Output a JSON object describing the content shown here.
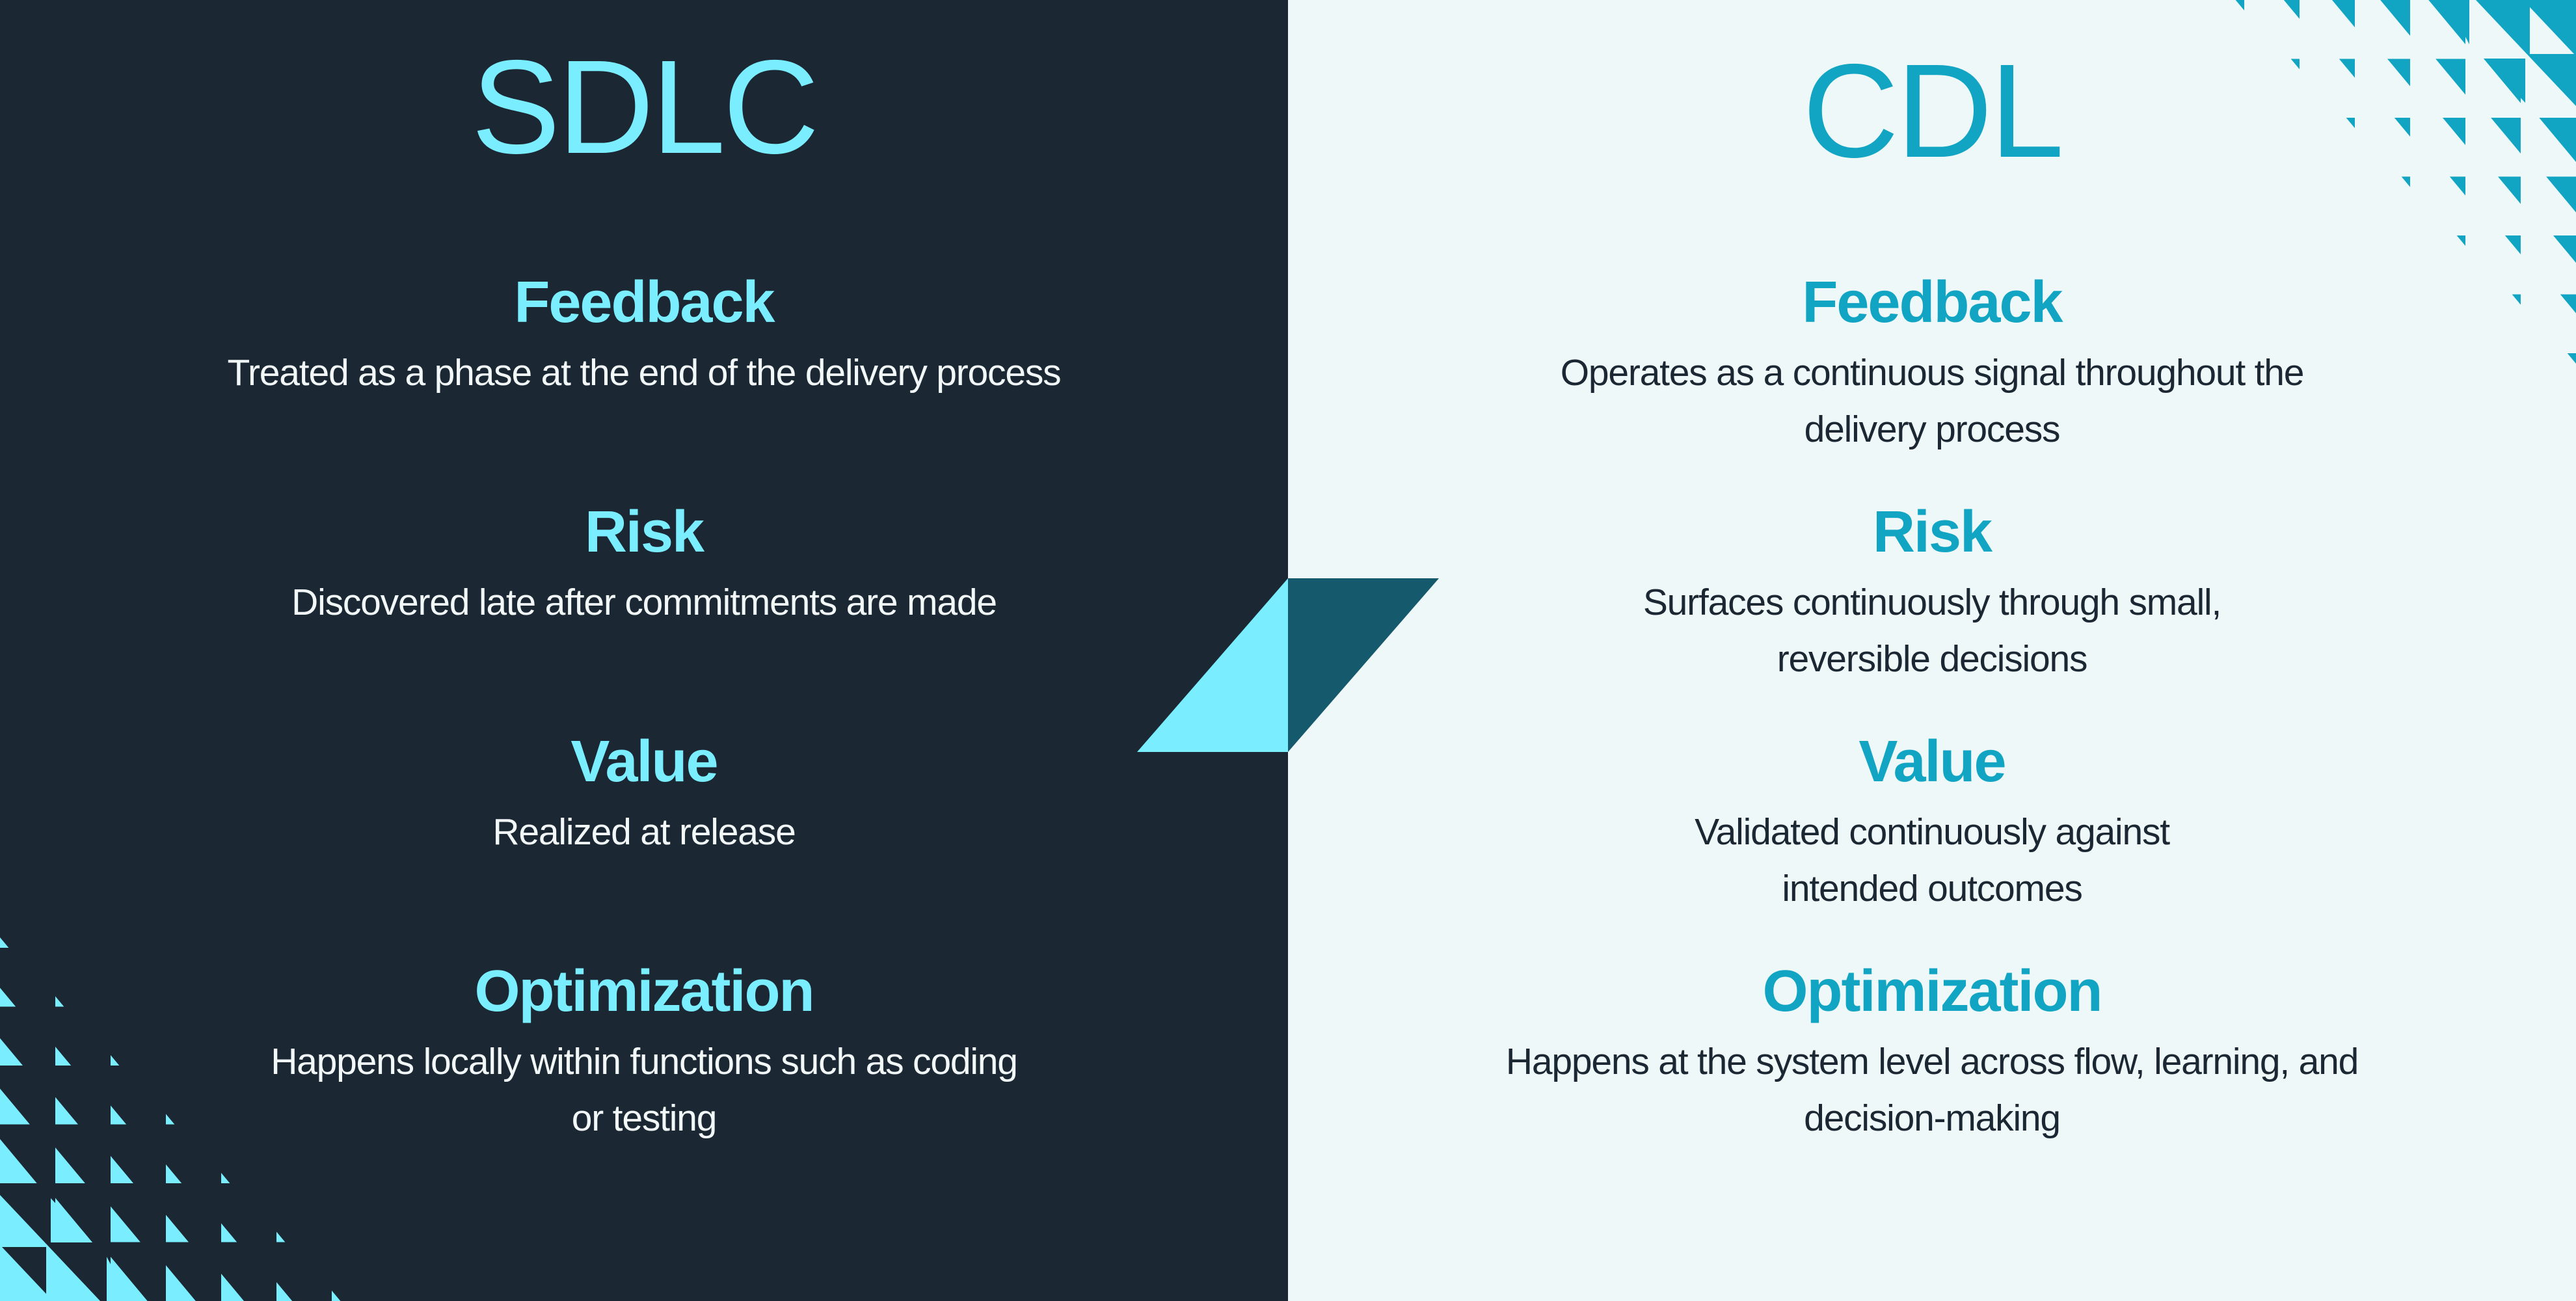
{
  "colors": {
    "left_bg": "#1B2834",
    "right_bg": "#EEF8F8",
    "left_accent": "#7AEEFF",
    "right_accent": "#12A5C3",
    "left_text": "#F2F7F8",
    "right_text": "#1B2834",
    "center_dark": "#15596C"
  },
  "left": {
    "title": "SDLC",
    "sections": [
      {
        "heading": "Feedback",
        "body": "Treated as a phase at the end of the delivery process"
      },
      {
        "heading": "Risk",
        "body": "Discovered late after commitments are made"
      },
      {
        "heading": "Value",
        "body": "Realized at release"
      },
      {
        "heading": "Optimization",
        "body": "Happens locally within functions such as coding or testing"
      }
    ]
  },
  "right": {
    "title": "CDL",
    "sections": [
      {
        "heading": "Feedback",
        "body": "Operates as a continuous signal throughout the delivery process"
      },
      {
        "heading": "Risk",
        "body": "Surfaces continuously through small, reversible decisions"
      },
      {
        "heading": "Value",
        "body": "Validated continuously against intended outcomes"
      },
      {
        "heading": "Optimization",
        "body": "Happens at the system level across flow, learning, and decision-making"
      }
    ]
  },
  "decorations": {
    "center_shape": "split-parallelogram-icon",
    "corner_pattern_top_right": "triangle-grid-pattern",
    "corner_pattern_bottom_left": "triangle-grid-pattern"
  }
}
